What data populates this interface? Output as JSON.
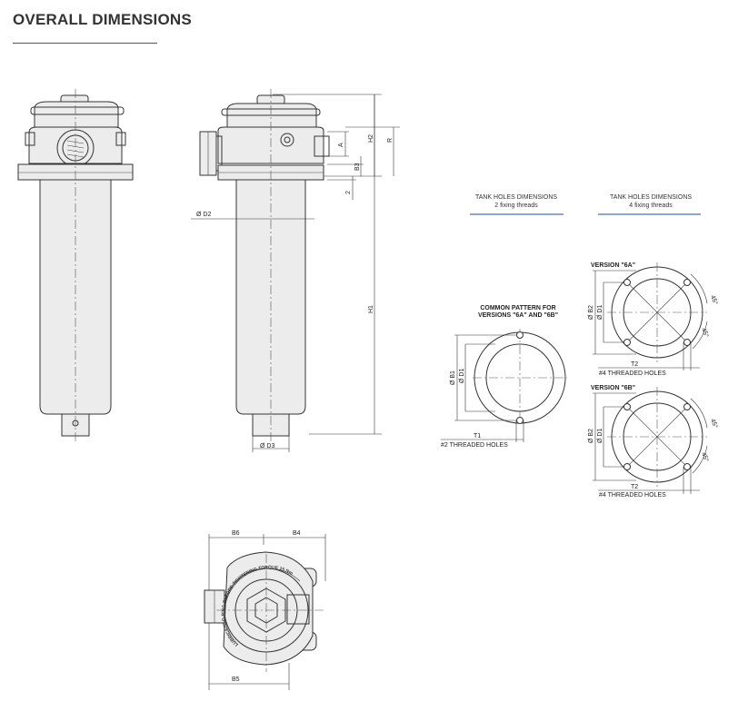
{
  "title": "OVERALL DIMENSIONS",
  "labels": {
    "phi_d2": "Ø D2",
    "phi_d3": "Ø D3",
    "h1": "H1",
    "h2": "H2",
    "r": "R",
    "a": "A",
    "b3": "B3",
    "two": "2",
    "b4": "B4",
    "b5": "B5",
    "b6": "B6",
    "phi_b1": "Ø B1",
    "phi_b2": "Ø B2",
    "phi_d1": "Ø D1",
    "t1": "T1",
    "t2": "T2",
    "angle45": "45°"
  },
  "tank_two": {
    "title": "TANK HOLES DIMENSIONS",
    "subtitle": "2 fixing threads"
  },
  "tank_four": {
    "title": "TANK HOLES DIMENSIONS",
    "subtitle": "4 fixing threads"
  },
  "common_pattern": {
    "line1": "COMMON PATTERN FOR",
    "line2": "VERSIONS \"6A\" AND \"6B\""
  },
  "version_6a": "VERSION \"6A\"",
  "version_6b": "VERSION \"6B\"",
  "threaded_2": "#2 THREADED HOLES",
  "threaded_4": "#4 THREADED HOLES",
  "cap_lettering": "LUBRICATE O-RING BEFORE TIGHTENING  TORQUE 25 Nm"
}
